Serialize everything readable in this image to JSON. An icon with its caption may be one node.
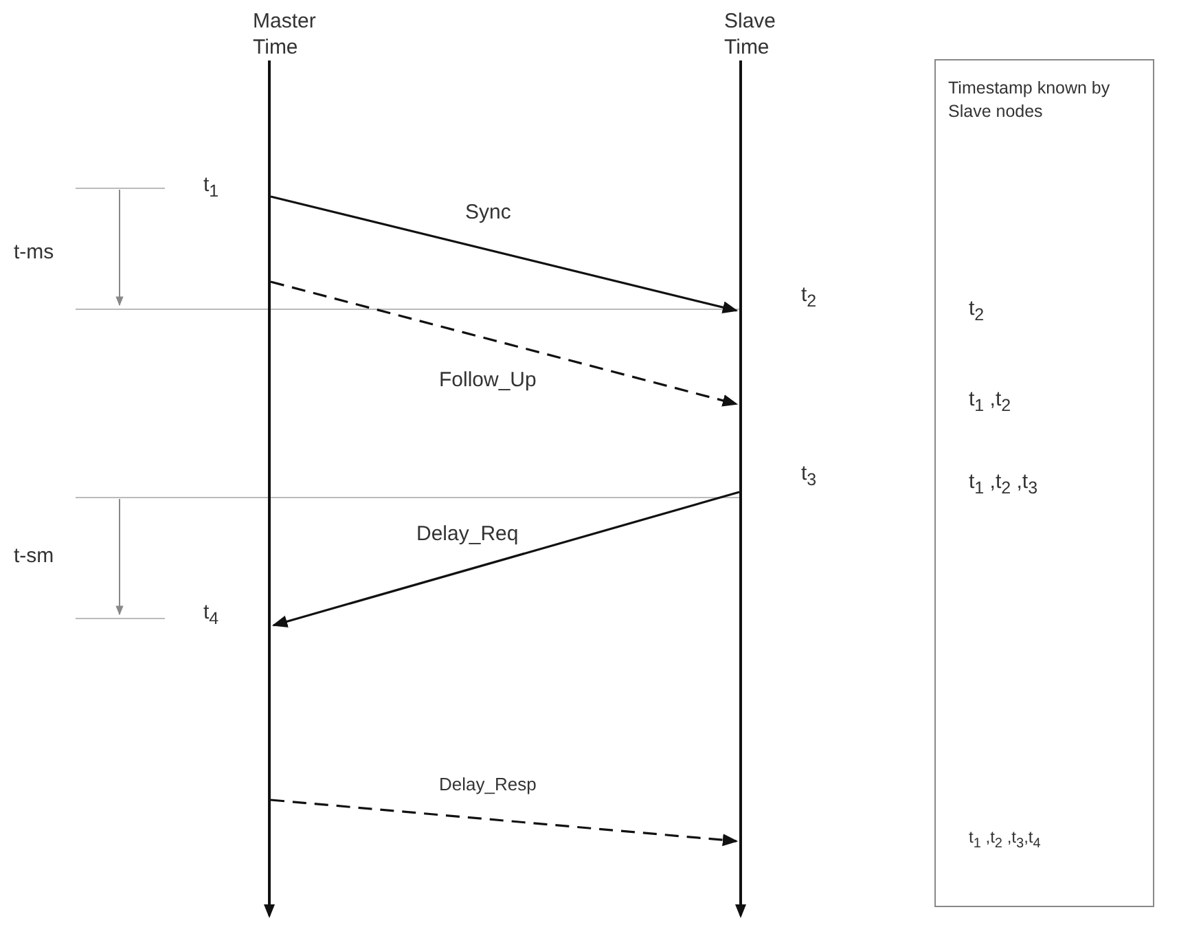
{
  "diagram": {
    "nodes": [
      {
        "text": [
          "Master Time"
        ]
      },
      {
        "text": [
          "Slave Time"
        ]
      },
      {
        "text": [
          "Timestamp known by Slave nodes"
        ]
      }
    ],
    "edges": [
      {
        "from": 0,
        "to": 1,
        "arrow": "to",
        "label": "Sync"
      },
      {
        "from": 0,
        "to": 1,
        "arrow": "to",
        "label": "Follow_Up",
        "style": "dashed"
      },
      {
        "from": 1,
        "to": 0,
        "arrow": "to",
        "label": "Delay_Req"
      },
      {
        "from": 0,
        "to": 1,
        "arrow": "to",
        "label": "Delay_Resp",
        "style": "dashed"
      }
    ],
    "labels": [
      "t$_{1}$",
      "t-ms",
      "t$_{2}$",
      "t$_{3}$",
      "t-sm",
      "t$_{4}$",
      "t$_{2}$",
      "t$_{1}$ ,t$_{2}$",
      "t$_{1}$ ,t$_{2}$ ,t$_{3}$",
      "t$_{1}$ ,t$_{2}$ ,t$_{3}$,t$_{4}$"
    ]
  }
}
